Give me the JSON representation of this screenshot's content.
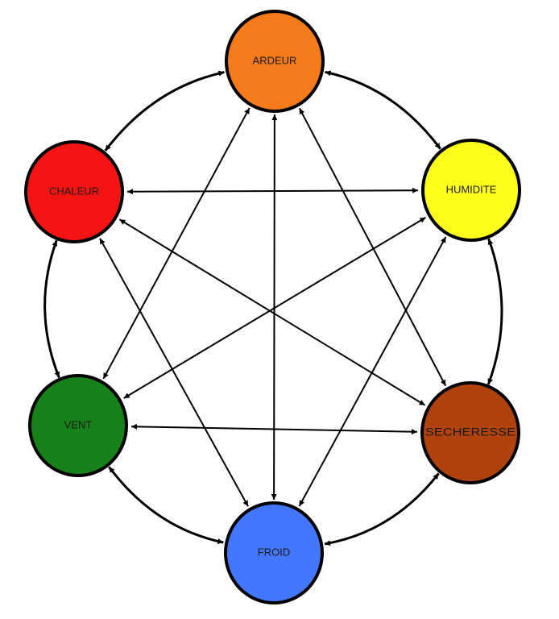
{
  "nodes": [
    {
      "id": "ardeur",
      "label": "ARDEUR",
      "color": "#f47a1a"
    },
    {
      "id": "humidite",
      "label": "HUMIDITE",
      "color": "#ffff1e"
    },
    {
      "id": "secheresse",
      "label": "SECHERESSE",
      "color": "#b0420e"
    },
    {
      "id": "froid",
      "label": "FROID",
      "color": "#4477ff"
    },
    {
      "id": "vent",
      "label": "VENT",
      "color": "#168019"
    },
    {
      "id": "chaleur",
      "label": "CHALEUR",
      "color": "#f51414"
    }
  ],
  "edges": [
    [
      "ardeur",
      "humidite"
    ],
    [
      "humidite",
      "secheresse"
    ],
    [
      "secheresse",
      "froid"
    ],
    [
      "froid",
      "vent"
    ],
    [
      "vent",
      "chaleur"
    ],
    [
      "chaleur",
      "ardeur"
    ],
    [
      "ardeur",
      "froid"
    ],
    [
      "ardeur",
      "vent"
    ],
    [
      "ardeur",
      "secheresse"
    ],
    [
      "chaleur",
      "humidite"
    ],
    [
      "chaleur",
      "secheresse"
    ],
    [
      "chaleur",
      "froid"
    ],
    [
      "humidite",
      "vent"
    ],
    [
      "humidite",
      "froid"
    ],
    [
      "vent",
      "secheresse"
    ]
  ],
  "edge_style": "bidirectional"
}
